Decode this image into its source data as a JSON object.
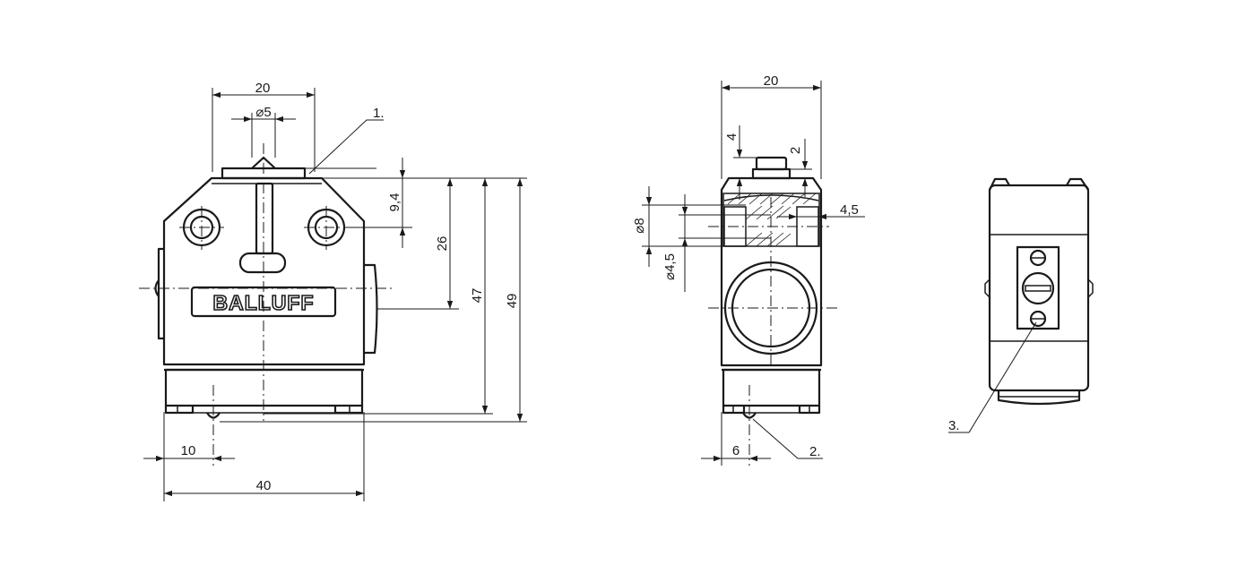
{
  "brand": "BALLUFF",
  "front_view": {
    "dims": {
      "top_width": "20",
      "plunger_dia": "⌀5",
      "depth_9_4": "9,4",
      "height_26": "26",
      "height_47": "47",
      "height_49": "49",
      "offset_10": "10",
      "width_40": "40"
    },
    "callout": "1."
  },
  "side_view": {
    "dims": {
      "top_width": "20",
      "dim_4": "4",
      "dim_2": "2",
      "hole_8": "⌀8",
      "hole_4_5": "⌀4,5",
      "dim_4_5_right": "4,5",
      "dim_6": "6"
    },
    "callout": "2."
  },
  "back_view": {
    "callout": "3."
  }
}
